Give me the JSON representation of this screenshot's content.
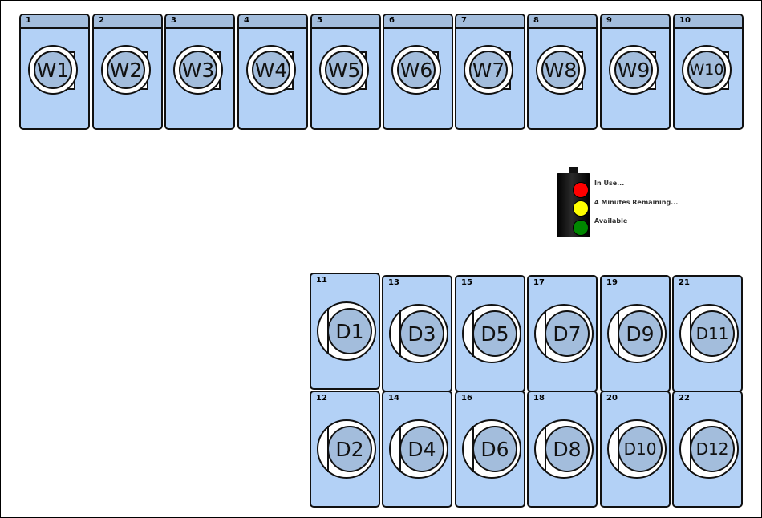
{
  "washers": [
    {
      "num": "1",
      "label": "W1"
    },
    {
      "num": "2",
      "label": "W2"
    },
    {
      "num": "3",
      "label": "W3"
    },
    {
      "num": "4",
      "label": "W4"
    },
    {
      "num": "5",
      "label": "W5"
    },
    {
      "num": "6",
      "label": "W6"
    },
    {
      "num": "7",
      "label": "W7"
    },
    {
      "num": "8",
      "label": "W8"
    },
    {
      "num": "9",
      "label": "W9"
    },
    {
      "num": "10",
      "label": "W10"
    }
  ],
  "dryers": [
    {
      "num": "11",
      "label": "D1"
    },
    {
      "num": "13",
      "label": "D3"
    },
    {
      "num": "15",
      "label": "D5"
    },
    {
      "num": "17",
      "label": "D7"
    },
    {
      "num": "19",
      "label": "D9"
    },
    {
      "num": "21",
      "label": "D11"
    },
    {
      "num": "12",
      "label": "D2"
    },
    {
      "num": "14",
      "label": "D4"
    },
    {
      "num": "16",
      "label": "D6"
    },
    {
      "num": "18",
      "label": "D8"
    },
    {
      "num": "20",
      "label": "D10"
    },
    {
      "num": "22",
      "label": "D12"
    }
  ],
  "legend": {
    "in_use": "In Use...",
    "minutes_remaining": "4 Minutes Remaining...",
    "available": "Available"
  },
  "colors": {
    "machine_fill": "#b3d1f6",
    "drum_fill": "#a3bddc",
    "in_use": "#ff0000",
    "remaining": "#ffff00",
    "available": "#008800"
  }
}
